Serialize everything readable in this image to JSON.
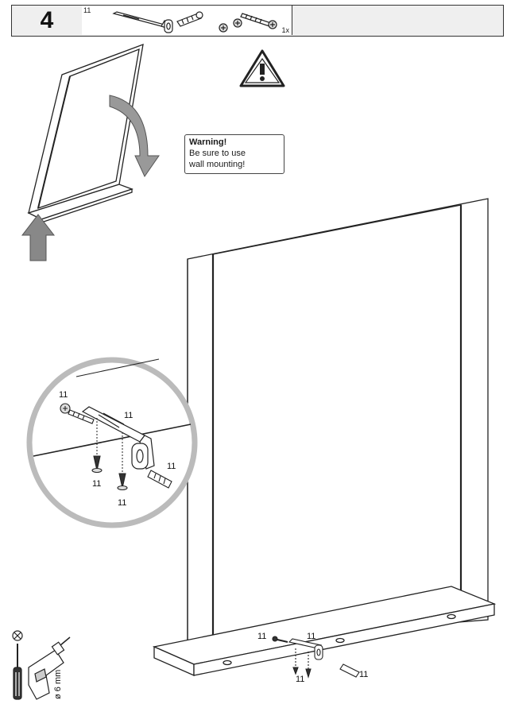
{
  "header": {
    "step_number": "4",
    "part_id": "11",
    "part_quantity": "1x"
  },
  "warning": {
    "title": "Warning!",
    "line1": "Be sure to use",
    "line2": "wall mounting!"
  },
  "callouts": {
    "zoom_screw_top": "11",
    "zoom_bracket": "11",
    "zoom_dowel": "11",
    "zoom_screw_left": "11",
    "zoom_screw_right": "11",
    "bottom_screw_left": "11",
    "bottom_bracket": "11",
    "bottom_dowel": "11",
    "bottom_screws": "11"
  },
  "tools": {
    "drill_bit_size": "ø 6 mm"
  },
  "icons": [
    "warning-triangle-icon",
    "rotate-arrow-icon",
    "push-up-arrow-icon",
    "screwdriver-icon",
    "drill-icon",
    "phillips-head-icon"
  ]
}
